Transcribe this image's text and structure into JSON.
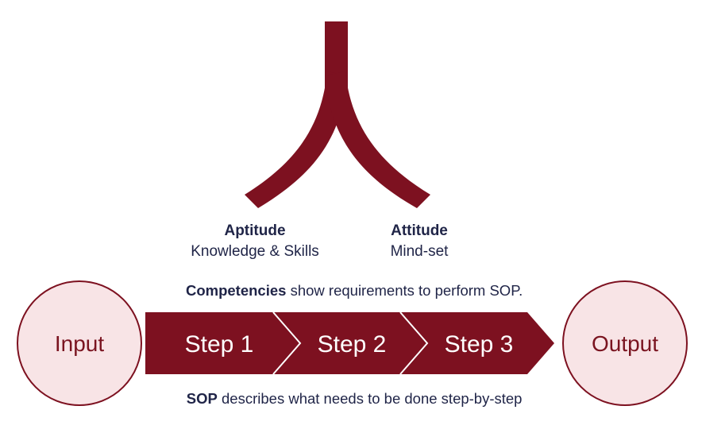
{
  "colors": {
    "maroon": "#7d1120",
    "circle_fill": "#f8e4e6",
    "text_dark": "#1f2447",
    "white": "#ffffff"
  },
  "person_glyph": {
    "left": {
      "title": "Aptitude",
      "subtitle": "Knowledge & Skills"
    },
    "right": {
      "title": "Attitude",
      "subtitle": "Mind-set"
    }
  },
  "competencies": {
    "bold": "Competencies",
    "rest": " show requirements to perform SOP."
  },
  "input_label": "Input",
  "output_label": "Output",
  "steps": [
    "Step 1",
    "Step 2",
    "Step 3"
  ],
  "sop": {
    "bold": "SOP",
    "rest": " describes what needs to be done step-by-step"
  }
}
